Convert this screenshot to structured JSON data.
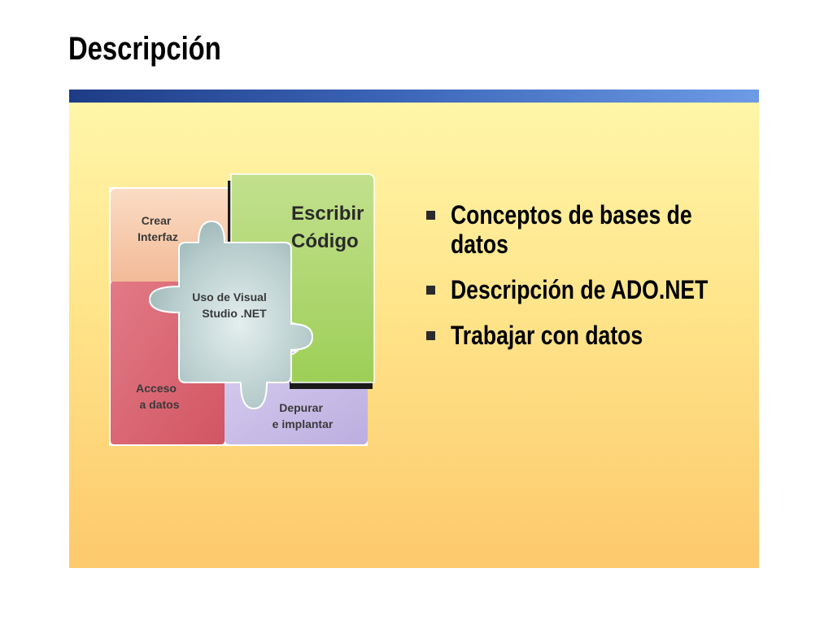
{
  "slide": {
    "title": "Descripción",
    "bullets": [
      "Conceptos de bases de datos",
      "Descripción de ADO.NET",
      "Trabajar con datos"
    ]
  },
  "puzzle": {
    "top_left": [
      "Crear",
      "Interfaz"
    ],
    "top_right": [
      "Escribir",
      "Código"
    ],
    "center": [
      "Uso de Visual",
      "Studio .NET"
    ],
    "bottom_left": [
      "Acceso",
      "a datos"
    ],
    "bottom_right": [
      "Depurar",
      "e implantar"
    ]
  },
  "colors": {
    "title_bar_start": "#1e3c86",
    "title_bar_end": "#6d9be6",
    "background_top": "#fff6a8",
    "background_bottom": "#fdc96c",
    "piece_peach": "#f6c9a6",
    "piece_red": "#dd6a78",
    "piece_lavender": "#c9bde6",
    "piece_green": "#a8d66a",
    "piece_gray": "#a9c2c2"
  }
}
